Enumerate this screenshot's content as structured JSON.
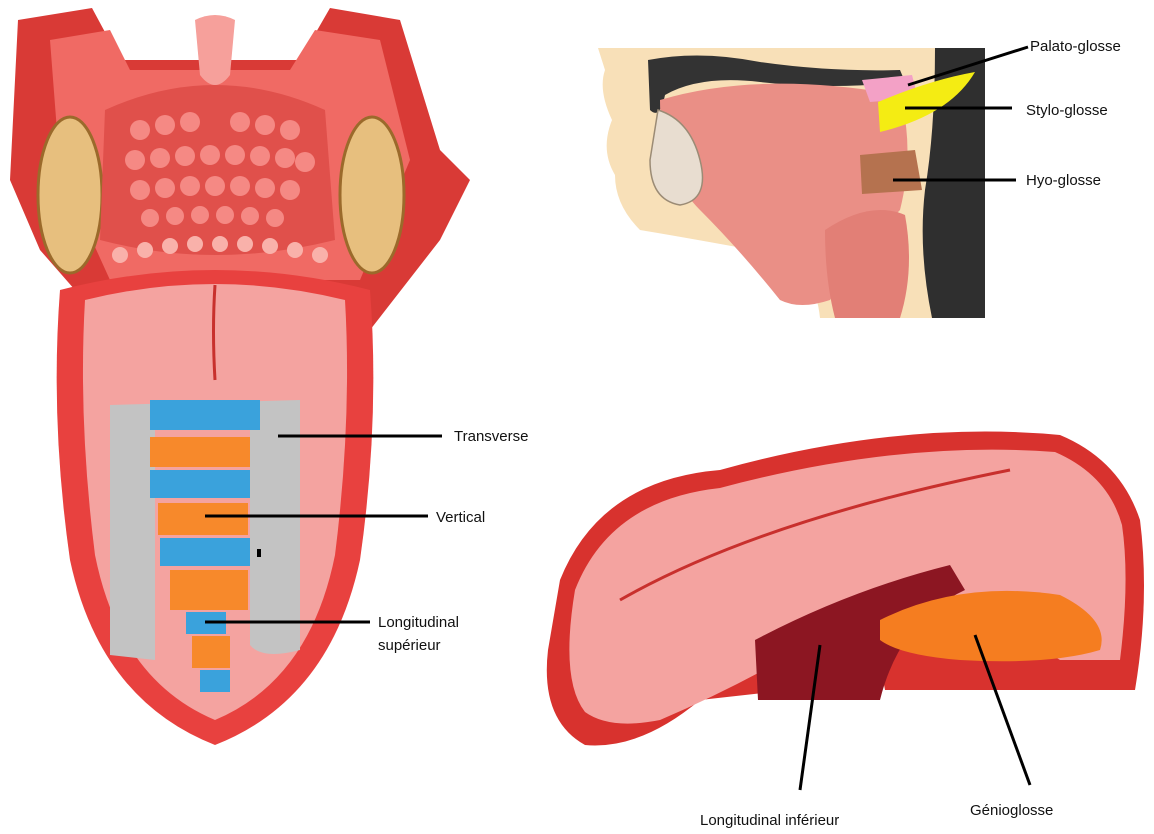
{
  "labels": {
    "palato_glosse": "Palato-glosse",
    "stylo_glosse": "Stylo-glosse",
    "hyo_glosse": "Hyo-glosse",
    "transverse": "Transverse",
    "vertical": "Vertical",
    "longitudinal_superieur_l1": "Longitudinal",
    "longitudinal_superieur_l2": "supérieur",
    "longitudinal_inferieur": "Longitudinal inférieur",
    "genioglosse": "Génioglosse"
  },
  "colors": {
    "tongue_red": "#e8413f",
    "tongue_pink": "#f4a3a0",
    "transverse_grey": "#c3c3c3",
    "vertical_orange": "#f7892b",
    "longitudinal_blue": "#3aa2dc",
    "palato_pink": "#f3a1c6",
    "stylo_yellow": "#f4ec13",
    "hyo_brown": "#b5724f",
    "longitudinal_inferieur_maroon": "#8c1622",
    "genioglosse_orange": "#f57d20"
  }
}
